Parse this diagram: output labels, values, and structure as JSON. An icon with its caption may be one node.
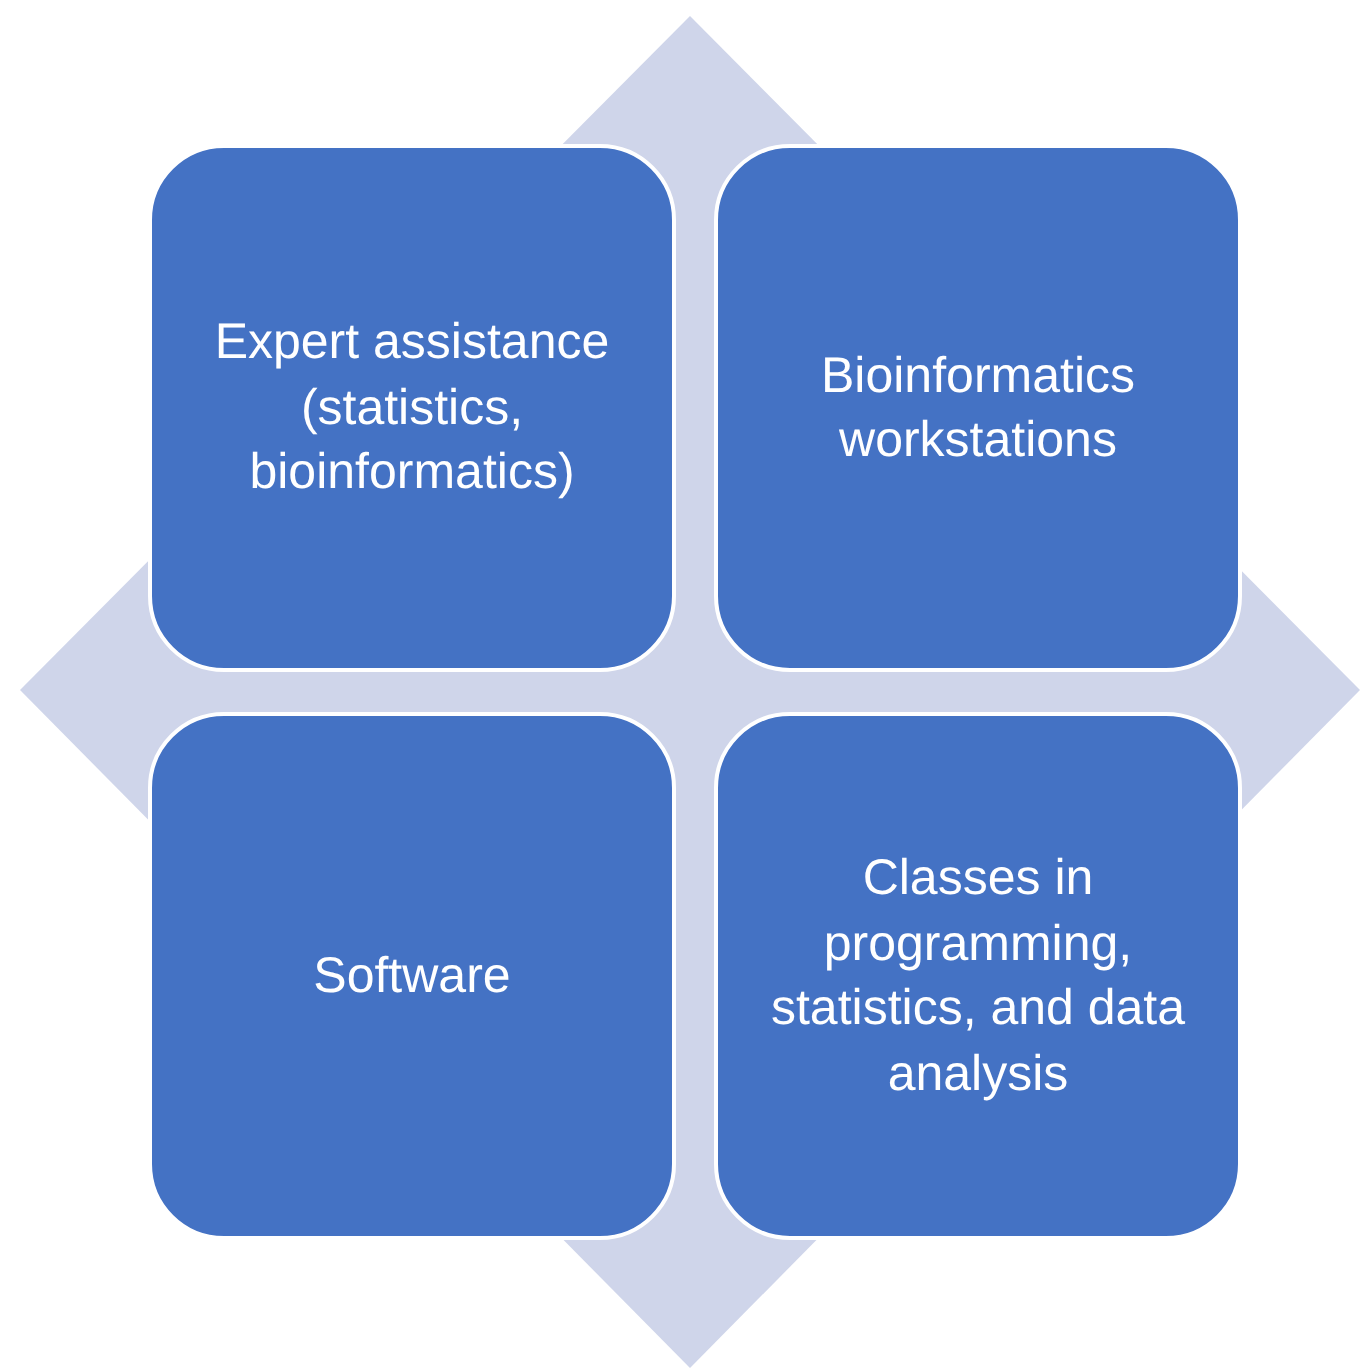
{
  "diagram": {
    "nodes": [
      {
        "text": [
          "Expert assistance (statistics, bioinformatics)"
        ]
      },
      {
        "text": [
          "Bioinformatics workstations"
        ]
      },
      {
        "text": [
          "Software"
        ]
      },
      {
        "text": [
          "Classes in programming, statistics, and data analysis"
        ]
      }
    ]
  }
}
